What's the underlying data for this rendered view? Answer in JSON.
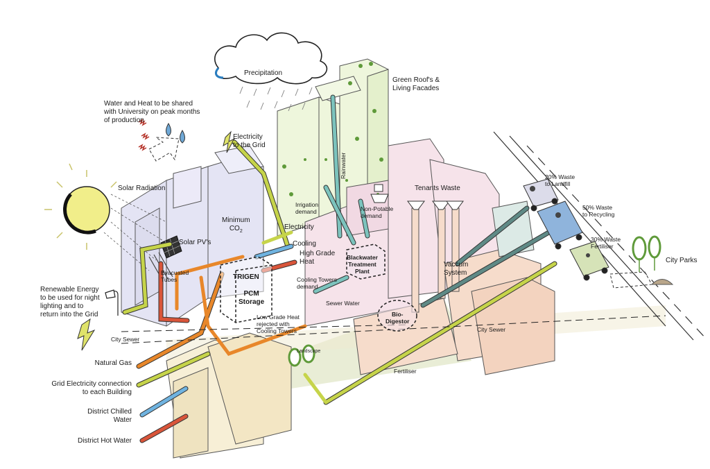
{
  "labels": {
    "precipitation": "Precipitation",
    "green_roofs": "Green Roof's &\nLiving Facades",
    "water_heat_shared": "Water and Heat to be shared\nwith University on peak months\nof production",
    "electricity_to_grid": "Electricity\nto the Grid",
    "solar_radiation": "Solar Radiation",
    "minimum_co2": "Minimum\nCO",
    "co2_subscript": "2",
    "solar_pvs": "Solar PV's",
    "evacuated_tubes": "Evacuated\nTubes",
    "electricity": "Electricity",
    "cooling": "Cooling",
    "high_grade_heat": "High Grade\nHeat",
    "cooling_towers_demand": "Cooling Towers\ndemand",
    "irrigation_demand": "Irrigation\ndemand",
    "rainwater": "Rainwater",
    "non_potable_demand": "Non-Potable\ndemand",
    "tenants_waste": "Tenants Waste",
    "vaccum_system": "Vaccum\nSystem",
    "waste_landfill": "20% Waste\nto Landfill",
    "waste_recycling": "50% Waste\nto Recycling",
    "fertiliser_30": "30% Waste\nFertiliser",
    "city_parks": "City Parks",
    "renewable_energy": "Renewable Energy\nto be used for night\nlighting and to\nreturn into the Grid",
    "trigen": "TRIGEN",
    "pcm_storage": "PCM\nStorage",
    "blackwater": "Blackwater\nTreatment\nPlant",
    "low_grade_heat": "Low Grade Heat\nrejected with\nCooling Towers",
    "sewer_water": "Sewer Water",
    "bio_digestor": "Bio-\nDigestor",
    "city_sewer_left": "City Sewer",
    "city_sewer_right": "City Sewer",
    "fertiliser": "Fertiliser",
    "natural_gas": "Natural Gas",
    "grid_electricity": "Grid Electricity connection\nto each Building",
    "district_chilled": "District Chilled\nWater",
    "district_hot": "District Hot Water",
    "landscape": "Landscape"
  },
  "colors": {
    "gas": "#e8872a",
    "grid_electricity": "#c6d44a",
    "chilled_water": "#6fb3e0",
    "hot_water": "#d9553a",
    "rainwater": "#7cc3bd",
    "waste": "#5f8a86",
    "sun": "#f1ee8a",
    "building_blue": "#e4e4f4",
    "building_green": "#eef6dc",
    "building_pink": "#f6e3ea",
    "building_peach": "#f6dccb",
    "building_cream": "#f7efd6",
    "foliage": "#5f9a3a",
    "truck_blue": "#8fb4dc",
    "ground": "#dfe6c4"
  },
  "icons": [
    "sun-icon",
    "cloud-icon",
    "lightning-icon",
    "water-drop-icon",
    "solar-panel-icon",
    "street-lamp-icon",
    "truck-icon",
    "recycle-icon",
    "tree-icon",
    "toilet-icon",
    "funnel-icon"
  ]
}
